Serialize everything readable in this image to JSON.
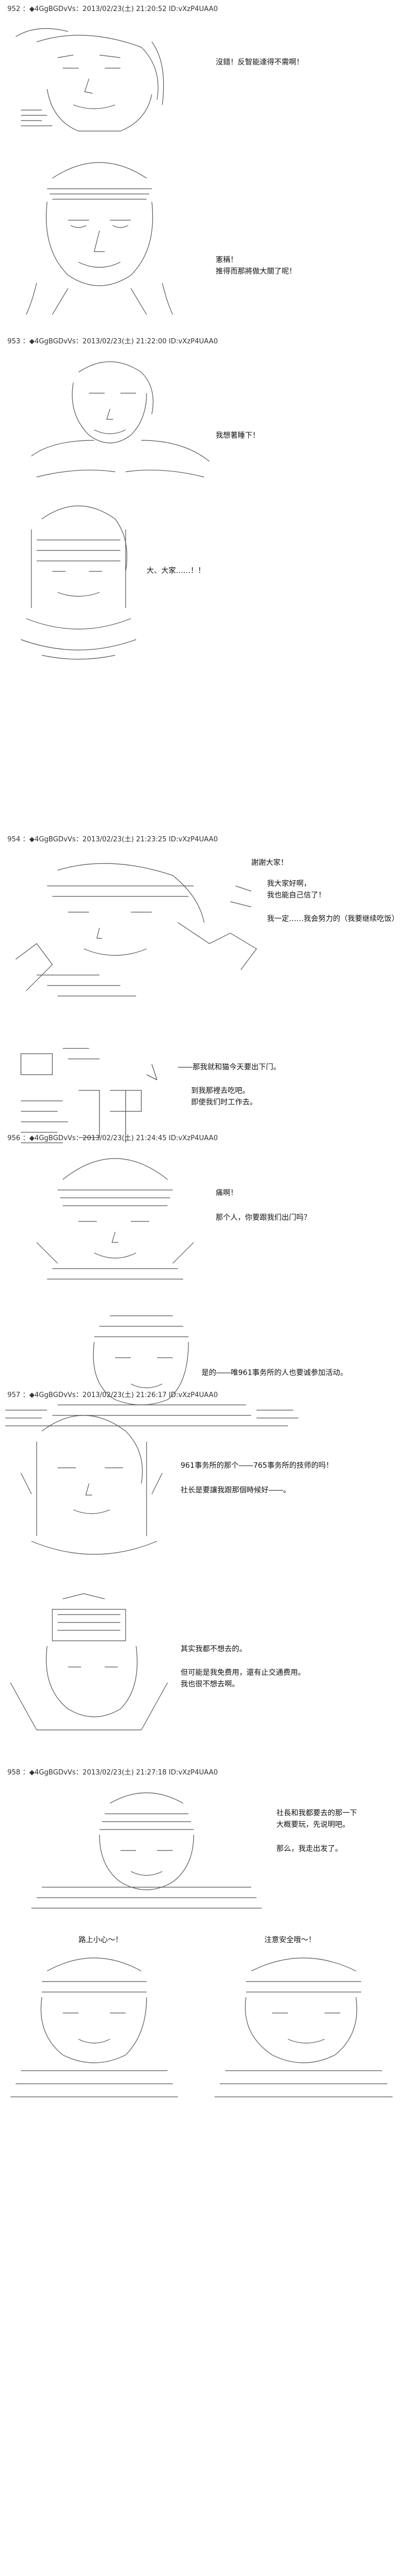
{
  "posts": [
    {
      "header": "952 ：◆4GgBGDvVs：2013/02/23(土) 21:20:52 ID:vXzP4UAA0",
      "lines": [
        "沒錯！反智能達得不需啊！",
        "憲稱！",
        "推得而那將做大關了呢！"
      ]
    },
    {
      "header": "953 ：◆4GgBGDvVs：2013/02/23(土) 21:22:00 ID:vXzP4UAA0",
      "lines": [
        "我想著睡下！",
        "大、大家……！！"
      ]
    },
    {
      "header": "954 ：◆4GgBGDvVs：2013/02/23(土) 21:23:25 ID:vXzP4UAA0",
      "lines": [
        "謝謝大家！",
        "我大家好啊，",
        "我也能自己信了！",
        "我一定……我会努力的（我要继续吃饭）",
        "――那我就和猫今天要出下门。",
        "到我那裡去吃吧。",
        "即使我们时工作去。"
      ]
    },
    {
      "header": "956 ：◆4GgBGDvVs：2013/02/23(土) 21:24:45 ID:vXzP4UAA0",
      "lines": [
        "痛啊！",
        "那个人，你要跟我们出门吗？",
        "是的――唯961事务所的人也要诚参加活动。"
      ]
    },
    {
      "header": "957 ：◆4GgBGDvVs：2013/02/23(土) 21:26:17 ID:vXzP4UAA0",
      "lines": [
        "961事务所的那个――765事务所的技师的吗！",
        "社长是要讓我跟那個時候好――。",
        "其实我都不想去的。",
        "但可能是我免费用，還有止交通费用。",
        "我也很不想去啊。"
      ]
    },
    {
      "header": "958 ：◆4GgBGDvVs：2013/02/23(土) 21:27:18 ID:vXzP4UAA0",
      "lines": [
        "社長和我都要去的那一下",
        "大概要玩，先说明吧。",
        "那么，我走出发了。",
        "路上小心～！",
        "注意安全哦～！"
      ]
    }
  ]
}
